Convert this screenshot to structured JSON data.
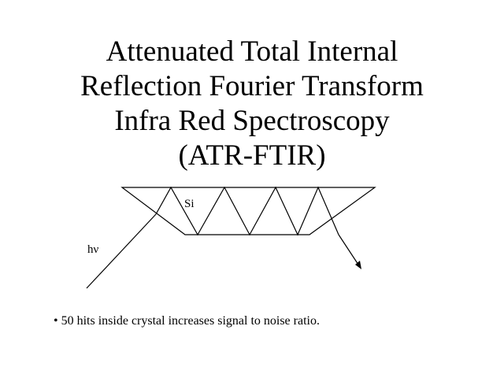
{
  "slide": {
    "title_lines": [
      "Attenuated Total Internal",
      "Reflection Fourier Transform",
      "Infra Red Spectroscopy",
      "(ATR-FTIR)"
    ],
    "crystal_label": "Si",
    "light_label": "hν",
    "bullet": "• 50 hits inside crystal increases signal to noise ratio."
  }
}
